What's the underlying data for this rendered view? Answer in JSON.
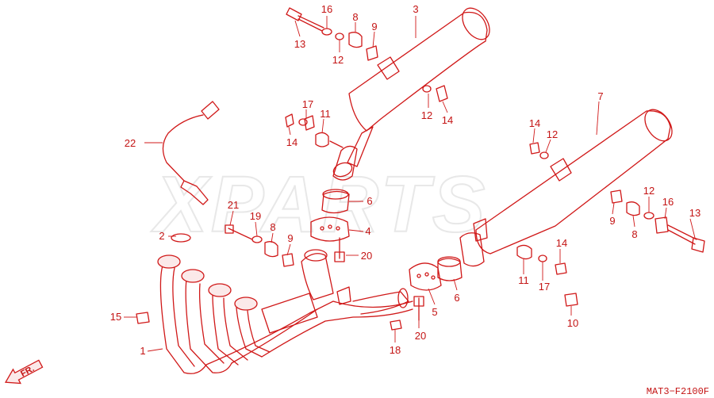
{
  "watermark": "XPARTS",
  "diagram_code": "MAT3−F2100F",
  "front_marker": "FR.",
  "callouts": [
    {
      "id": "c16a",
      "label": "16"
    },
    {
      "id": "c8a",
      "label": "8"
    },
    {
      "id": "c9a",
      "label": "9"
    },
    {
      "id": "c3",
      "label": "3"
    },
    {
      "id": "c13a",
      "label": "13"
    },
    {
      "id": "c12a",
      "label": "12"
    },
    {
      "id": "c7",
      "label": "7"
    },
    {
      "id": "c17a",
      "label": "17"
    },
    {
      "id": "c11a",
      "label": "11"
    },
    {
      "id": "c14a",
      "label": "14"
    },
    {
      "id": "c12b",
      "label": "12"
    },
    {
      "id": "c14b",
      "label": "14"
    },
    {
      "id": "c14c",
      "label": "14"
    },
    {
      "id": "c12c",
      "label": "12"
    },
    {
      "id": "c22",
      "label": "22"
    },
    {
      "id": "c6a",
      "label": "6"
    },
    {
      "id": "c21",
      "label": "21"
    },
    {
      "id": "c19",
      "label": "19"
    },
    {
      "id": "c8b",
      "label": "8"
    },
    {
      "id": "c9b",
      "label": "9"
    },
    {
      "id": "c4",
      "label": "4"
    },
    {
      "id": "c20a",
      "label": "20"
    },
    {
      "id": "c2",
      "label": "2"
    },
    {
      "id": "c12d",
      "label": "12"
    },
    {
      "id": "c16b",
      "label": "16"
    },
    {
      "id": "c13b",
      "label": "13"
    },
    {
      "id": "c9c",
      "label": "9"
    },
    {
      "id": "c8c",
      "label": "8"
    },
    {
      "id": "c14d",
      "label": "14"
    },
    {
      "id": "c11b",
      "label": "11"
    },
    {
      "id": "c17b",
      "label": "17"
    },
    {
      "id": "c6b",
      "label": "6"
    },
    {
      "id": "c5",
      "label": "5"
    },
    {
      "id": "c10",
      "label": "10"
    },
    {
      "id": "c15",
      "label": "15"
    },
    {
      "id": "c1",
      "label": "1"
    },
    {
      "id": "c18",
      "label": "18"
    },
    {
      "id": "c20b",
      "label": "20"
    }
  ]
}
